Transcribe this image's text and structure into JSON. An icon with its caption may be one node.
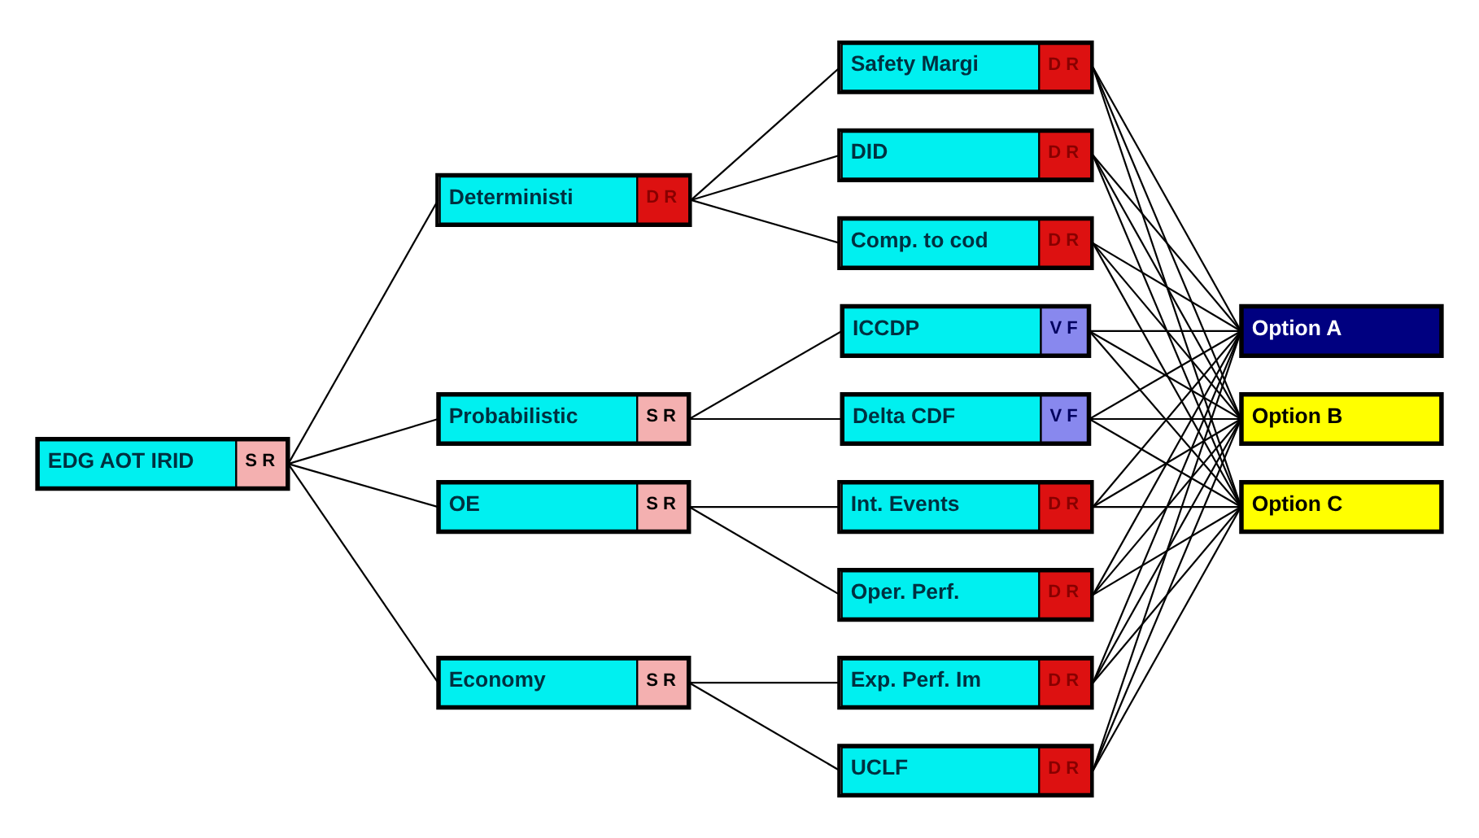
{
  "diagram": {
    "nodes": [
      {
        "text": [
          "EDG AOT IRID",
          "S R"
        ]
      },
      {
        "text": [
          "Deterministi",
          "D R"
        ]
      },
      {
        "text": [
          "Probabilistic",
          "S R"
        ]
      },
      {
        "text": [
          "OE",
          "S R"
        ]
      },
      {
        "text": [
          "Economy",
          "S R"
        ]
      },
      {
        "text": [
          "Safety Margi",
          "D R"
        ]
      },
      {
        "text": [
          "DID",
          "D R"
        ]
      },
      {
        "text": [
          "Comp. to cod",
          "D R"
        ]
      },
      {
        "text": [
          "Delta CDF",
          "V F"
        ]
      },
      {
        "text": [
          "ICCDP",
          "V F"
        ]
      },
      {
        "text": [
          "Oper. Perf.",
          "D R"
        ]
      },
      {
        "text": [
          "Int. Events",
          "D R"
        ]
      },
      {
        "text": [
          "UCLF",
          "D R"
        ]
      },
      {
        "text": [
          "Exp. Perf. Im",
          "D R"
        ]
      },
      {
        "text": [
          "Option A"
        ]
      },
      {
        "text": [
          "Option B"
        ]
      },
      {
        "text": [
          "Option C"
        ]
      }
    ],
    "edges": [
      {
        "from": 0,
        "to": 1,
        "arrow": "none"
      },
      {
        "from": 0,
        "to": 2,
        "arrow": "none"
      },
      {
        "from": 0,
        "to": 3,
        "arrow": "none"
      },
      {
        "from": 0,
        "to": 4,
        "arrow": "none"
      },
      {
        "from": 1,
        "to": 5,
        "arrow": "none"
      },
      {
        "from": 1,
        "to": 6,
        "arrow": "none"
      },
      {
        "from": 1,
        "to": 7,
        "arrow": "none"
      },
      {
        "from": 2,
        "to": 8,
        "arrow": "none"
      },
      {
        "from": 2,
        "to": 9,
        "arrow": "none"
      },
      {
        "from": 3,
        "to": 10,
        "arrow": "none"
      },
      {
        "from": 3,
        "to": 11,
        "arrow": "none"
      },
      {
        "from": 4,
        "to": 12,
        "arrow": "none"
      },
      {
        "from": 4,
        "to": 13,
        "arrow": "none"
      },
      {
        "from": 5,
        "to": 14,
        "arrow": "none"
      },
      {
        "from": 5,
        "to": 15,
        "arrow": "none"
      },
      {
        "from": 5,
        "to": 16,
        "arrow": "none"
      },
      {
        "from": 6,
        "to": 14,
        "arrow": "none"
      },
      {
        "from": 6,
        "to": 15,
        "arrow": "none"
      },
      {
        "from": 6,
        "to": 16,
        "arrow": "none"
      },
      {
        "from": 7,
        "to": 14,
        "arrow": "none"
      },
      {
        "from": 7,
        "to": 15,
        "arrow": "none"
      },
      {
        "from": 7,
        "to": 16,
        "arrow": "none"
      },
      {
        "from": 8,
        "to": 14,
        "arrow": "none"
      },
      {
        "from": 8,
        "to": 15,
        "arrow": "none"
      },
      {
        "from": 8,
        "to": 16,
        "arrow": "none"
      },
      {
        "from": 9,
        "to": 14,
        "arrow": "none"
      },
      {
        "from": 9,
        "to": 15,
        "arrow": "none"
      },
      {
        "from": 9,
        "to": 16,
        "arrow": "none"
      },
      {
        "from": 10,
        "to": 14,
        "arrow": "none"
      },
      {
        "from": 10,
        "to": 15,
        "arrow": "none"
      },
      {
        "from": 10,
        "to": 16,
        "arrow": "none"
      },
      {
        "from": 11,
        "to": 14,
        "arrow": "none"
      },
      {
        "from": 11,
        "to": 15,
        "arrow": "none"
      },
      {
        "from": 11,
        "to": 16,
        "arrow": "none"
      },
      {
        "from": 12,
        "to": 14,
        "arrow": "none"
      },
      {
        "from": 12,
        "to": 15,
        "arrow": "none"
      },
      {
        "from": 12,
        "to": 16,
        "arrow": "none"
      },
      {
        "from": 13,
        "to": 14,
        "arrow": "none"
      },
      {
        "from": 13,
        "to": 15,
        "arrow": "none"
      },
      {
        "from": 13,
        "to": 16,
        "arrow": "none"
      }
    ]
  }
}
